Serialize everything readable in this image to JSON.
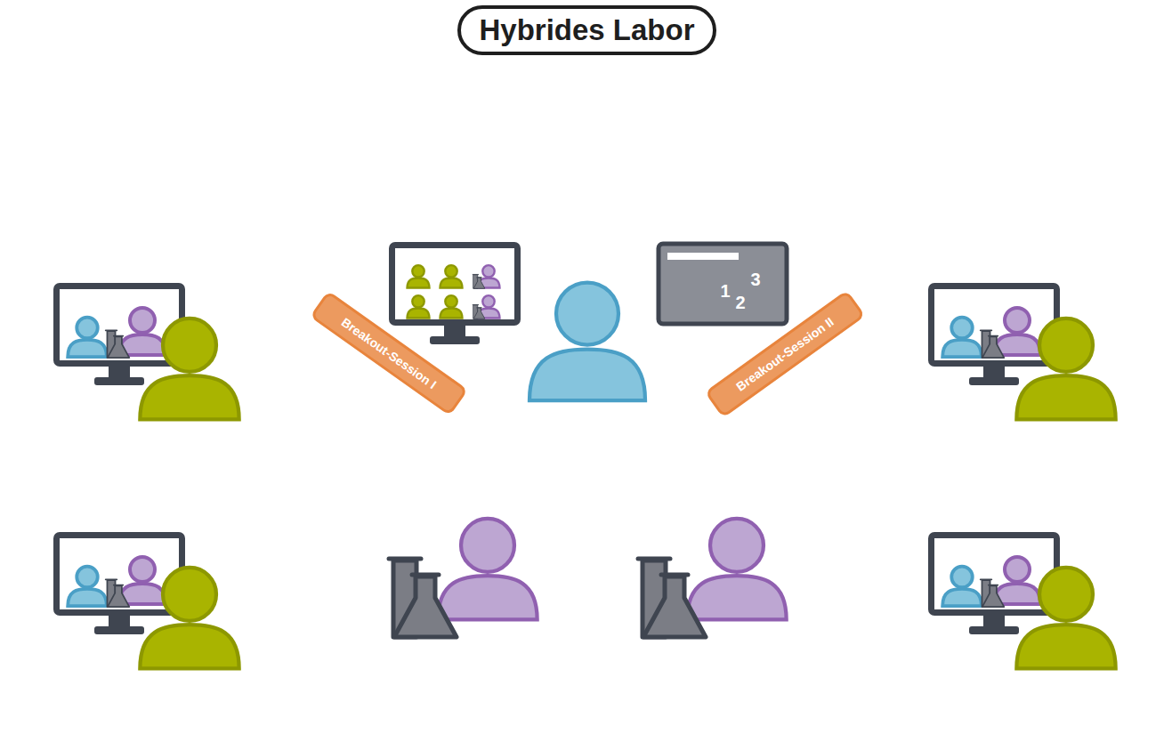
{
  "diagram": {
    "nodes": [
      {
        "text": [
          "Hybrides Labor"
        ]
      },
      {
        "text": [
          "Home"
        ],
        "in": 0
      },
      {
        "text": [
          "Labor"
        ],
        "in": 0
      },
      {
        "text": [
          "Home"
        ],
        "in": 0
      },
      {
        "text": [
          "Breakout-Session I"
        ],
        "in": 0
      },
      {
        "text": [
          "Breakout-Session II"
        ],
        "in": 0
      }
    ],
    "labels": [
      "1",
      "2",
      "3"
    ]
  }
}
